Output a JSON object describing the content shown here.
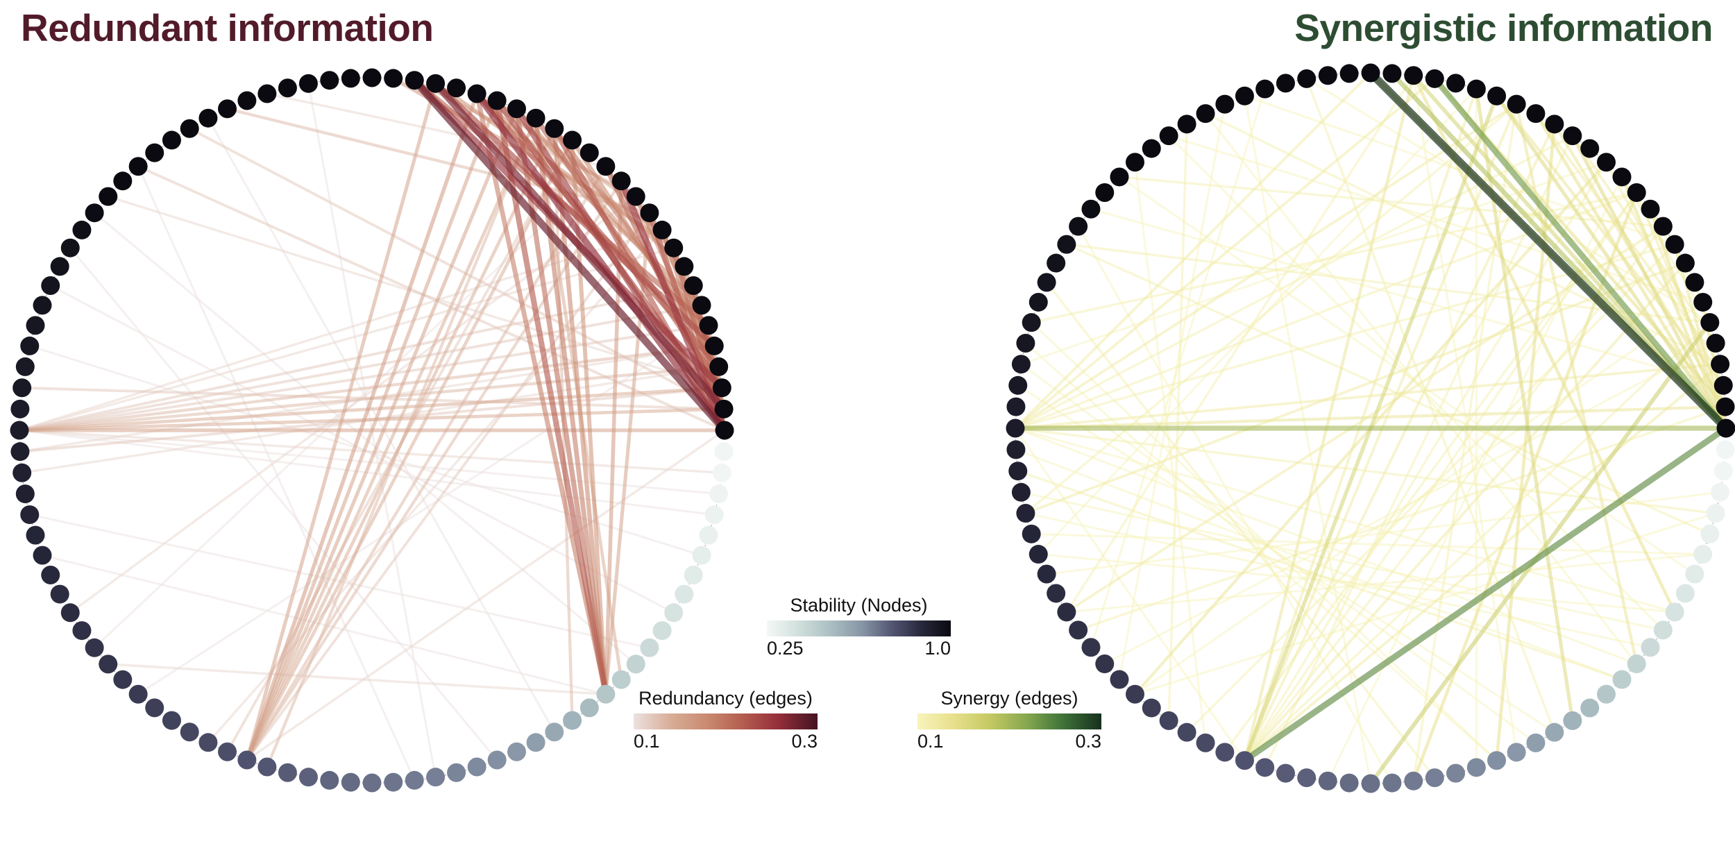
{
  "titles": {
    "left": {
      "text": "Redundant information",
      "color": "#521b2a"
    },
    "right": {
      "text": "Synergistic information",
      "color": "#2d4d32"
    }
  },
  "legends": {
    "stability": {
      "label": "Stability (Nodes)",
      "tick_min": "0.25",
      "tick_max": "1.0"
    },
    "redundancy": {
      "label": "Redundancy (edges)",
      "tick_min": "0.1",
      "tick_max": "0.3"
    },
    "synergy": {
      "label": "Synergy (edges)",
      "tick_min": "0.1",
      "tick_max": "0.3"
    }
  },
  "colormaps": {
    "stability": {
      "stops": [
        [
          0,
          "#f4f8f6"
        ],
        [
          0.18,
          "#cfdedb"
        ],
        [
          0.36,
          "#a8bcc0"
        ],
        [
          0.52,
          "#8794a6"
        ],
        [
          0.68,
          "#535672"
        ],
        [
          0.84,
          "#28283c"
        ],
        [
          1,
          "#0a0a10"
        ]
      ]
    },
    "redundancy": {
      "stops": [
        [
          0,
          "#ece2e0"
        ],
        [
          0.2,
          "#d8ad97"
        ],
        [
          0.4,
          "#c98a70"
        ],
        [
          0.6,
          "#b35b4e"
        ],
        [
          0.78,
          "#96303c"
        ],
        [
          1,
          "#451322"
        ]
      ]
    },
    "synergy": {
      "stops": [
        [
          0,
          "#f8f4bc"
        ],
        [
          0.2,
          "#e7df8b"
        ],
        [
          0.4,
          "#c3c863"
        ],
        [
          0.6,
          "#84a64e"
        ],
        [
          0.78,
          "#41763b"
        ],
        [
          1,
          "#17301d"
        ]
      ]
    }
  },
  "chart_data": [
    {
      "type": "network-circle",
      "title": "Redundant information",
      "edge_colormap": "redundancy",
      "node_colormap": "stability",
      "center": [
        536,
        620
      ],
      "radius": 508,
      "node_radius": 13.5,
      "node_count": 104,
      "node_value_label": "Stability",
      "node_range": [
        0.25,
        1.0
      ],
      "edge_value_label": "Redundancy",
      "edge_range": [
        0.1,
        0.3
      ],
      "node_stability": [
        1.0,
        1.0,
        1.0,
        1.0,
        1.0,
        1.0,
        1.0,
        1.0,
        1.0,
        1.0,
        1.0,
        1.0,
        1.0,
        1.0,
        1.0,
        1.0,
        1.0,
        1.0,
        1.0,
        1.0,
        1.0,
        1.0,
        1.0,
        1.0,
        1.0,
        1.0,
        1.0,
        0.26,
        0.26,
        0.27,
        0.28,
        0.29,
        0.3,
        0.32,
        0.34,
        0.36,
        0.38,
        0.4,
        0.43,
        0.45,
        0.48,
        0.52,
        0.55,
        0.58,
        0.61,
        0.63,
        0.65,
        0.66,
        0.67,
        0.68,
        0.69,
        0.7,
        0.71,
        0.72,
        0.73,
        0.74,
        0.75,
        0.76,
        0.77,
        0.78,
        0.79,
        0.8,
        0.81,
        0.82,
        0.83,
        0.84,
        0.85,
        0.85,
        0.86,
        0.87,
        0.87,
        0.88,
        0.89,
        0.89,
        0.9,
        0.91,
        0.91,
        0.92,
        0.93,
        0.93,
        0.94,
        0.94,
        0.95,
        0.95,
        0.96,
        0.96,
        0.97,
        0.97,
        0.98,
        0.99,
        1.0,
        1.0,
        1.0,
        1.0,
        1.0,
        1.0,
        1.0,
        1.0,
        1.0,
        1.0,
        1.0,
        1.0,
        1.0,
        1.0
      ],
      "edges": [
        [
          26,
          2,
          0.28
        ],
        [
          26,
          5,
          0.26
        ],
        [
          26,
          7,
          0.24
        ],
        [
          26,
          9,
          0.22
        ],
        [
          26,
          13,
          0.25
        ],
        [
          26,
          15,
          0.22
        ],
        [
          26,
          17,
          0.2
        ],
        [
          25,
          3,
          0.27
        ],
        [
          25,
          6,
          0.23
        ],
        [
          25,
          12,
          0.21
        ],
        [
          25,
          16,
          0.19
        ],
        [
          24,
          2,
          0.25
        ],
        [
          24,
          8,
          0.21
        ],
        [
          24,
          14,
          0.18
        ],
        [
          23,
          5,
          0.22
        ],
        [
          23,
          10,
          0.18
        ],
        [
          22,
          3,
          0.23
        ],
        [
          22,
          9,
          0.19
        ],
        [
          22,
          16,
          0.16
        ],
        [
          21,
          2,
          0.21
        ],
        [
          21,
          7,
          0.17
        ],
        [
          20,
          5,
          0.18
        ],
        [
          20,
          12,
          0.15
        ],
        [
          18,
          6,
          0.16
        ],
        [
          17,
          3,
          0.17
        ],
        [
          16,
          1,
          0.16
        ],
        [
          15,
          5,
          0.15
        ],
        [
          14,
          2,
          0.14
        ],
        [
          25,
          18,
          0.18
        ],
        [
          26,
          19,
          0.2
        ],
        [
          24,
          17,
          0.16
        ],
        [
          23,
          16,
          0.15
        ],
        [
          92,
          26,
          0.12
        ],
        [
          95,
          25,
          0.12
        ],
        [
          90,
          24,
          0.11
        ],
        [
          97,
          15,
          0.13
        ],
        [
          99,
          12,
          0.11
        ],
        [
          78,
          26,
          0.15
        ],
        [
          78,
          25,
          0.14
        ],
        [
          78,
          24,
          0.14
        ],
        [
          78,
          23,
          0.13
        ],
        [
          78,
          22,
          0.13
        ],
        [
          78,
          21,
          0.12
        ],
        [
          78,
          20,
          0.12
        ],
        [
          78,
          19,
          0.12
        ],
        [
          78,
          17,
          0.11
        ],
        [
          78,
          16,
          0.11
        ],
        [
          78,
          28,
          0.11
        ],
        [
          78,
          29,
          0.1
        ],
        [
          78,
          30,
          0.1
        ],
        [
          77,
          24,
          0.12
        ],
        [
          77,
          22,
          0.11
        ],
        [
          80,
          25,
          0.12
        ],
        [
          76,
          23,
          0.11
        ],
        [
          58,
          5,
          0.16
        ],
        [
          58,
          6,
          0.15
        ],
        [
          58,
          7,
          0.15
        ],
        [
          58,
          8,
          0.14
        ],
        [
          58,
          9,
          0.14
        ],
        [
          58,
          10,
          0.14
        ],
        [
          58,
          12,
          0.13
        ],
        [
          58,
          13,
          0.13
        ],
        [
          58,
          15,
          0.12
        ],
        [
          58,
          3,
          0.15
        ],
        [
          57,
          8,
          0.13
        ],
        [
          59,
          10,
          0.12
        ],
        [
          58,
          26,
          0.11
        ],
        [
          40,
          6,
          0.22
        ],
        [
          40,
          7,
          0.2
        ],
        [
          40,
          8,
          0.19
        ],
        [
          40,
          9,
          0.18
        ],
        [
          40,
          10,
          0.17
        ],
        [
          40,
          5,
          0.19
        ],
        [
          40,
          13,
          0.16
        ],
        [
          40,
          15,
          0.15
        ],
        [
          39,
          8,
          0.14
        ],
        [
          42,
          9,
          0.13
        ],
        [
          40,
          66,
          0.11
        ],
        [
          40,
          72,
          0.1
        ],
        [
          85,
          35,
          0.1
        ],
        [
          89,
          38,
          0.1
        ],
        [
          82,
          32,
          0.1
        ],
        [
          69,
          14,
          0.11
        ],
        [
          67,
          12,
          0.1
        ],
        [
          64,
          21,
          0.1
        ],
        [
          50,
          92,
          0.1
        ],
        [
          46,
          87,
          0.1
        ],
        [
          96,
          43,
          0.1
        ],
        [
          101,
          49,
          0.1
        ],
        [
          74,
          37,
          0.1
        ],
        [
          60,
          16,
          0.11
        ]
      ]
    },
    {
      "type": "network-circle",
      "title": "Synergistic information",
      "edge_colormap": "synergy",
      "node_colormap": "stability",
      "center": [
        1975,
        617
      ],
      "radius": 512,
      "node_radius": 13.5,
      "node_count": 104,
      "node_value_label": "Stability",
      "node_range": [
        0.25,
        1.0
      ],
      "edge_value_label": "Synergy",
      "edge_range": [
        0.1,
        0.3
      ],
      "node_stability": [
        1.0,
        1.0,
        1.0,
        1.0,
        1.0,
        1.0,
        1.0,
        1.0,
        1.0,
        1.0,
        1.0,
        1.0,
        1.0,
        1.0,
        1.0,
        1.0,
        1.0,
        1.0,
        1.0,
        1.0,
        1.0,
        1.0,
        1.0,
        1.0,
        1.0,
        1.0,
        1.0,
        0.26,
        0.26,
        0.27,
        0.28,
        0.29,
        0.3,
        0.32,
        0.34,
        0.36,
        0.38,
        0.4,
        0.43,
        0.45,
        0.48,
        0.52,
        0.55,
        0.58,
        0.61,
        0.63,
        0.65,
        0.66,
        0.67,
        0.68,
        0.69,
        0.7,
        0.71,
        0.72,
        0.73,
        0.74,
        0.75,
        0.76,
        0.77,
        0.78,
        0.79,
        0.8,
        0.81,
        0.82,
        0.83,
        0.84,
        0.85,
        0.85,
        0.86,
        0.87,
        0.87,
        0.88,
        0.89,
        0.89,
        0.9,
        0.91,
        0.91,
        0.92,
        0.93,
        0.93,
        0.94,
        0.94,
        0.95,
        0.95,
        0.96,
        0.96,
        0.97,
        0.97,
        0.98,
        0.99,
        1.0,
        1.0,
        1.0,
        1.0,
        1.0,
        1.0,
        1.0,
        1.0,
        1.0,
        1.0,
        1.0,
        1.0,
        1.0,
        1.0
      ],
      "edges": [
        [
          0,
          26,
          0.3
        ],
        [
          3,
          26,
          0.23
        ],
        [
          1,
          26,
          0.19
        ],
        [
          26,
          58,
          0.24
        ],
        [
          78,
          26,
          0.2
        ],
        [
          6,
          58,
          0.16
        ],
        [
          52,
          21,
          0.17
        ],
        [
          26,
          0,
          0.15
        ],
        [
          26,
          2,
          0.16
        ],
        [
          26,
          6,
          0.15
        ],
        [
          26,
          8,
          0.14
        ],
        [
          26,
          10,
          0.15
        ],
        [
          26,
          13,
          0.14
        ],
        [
          26,
          15,
          0.14
        ],
        [
          26,
          17,
          0.13
        ],
        [
          26,
          20,
          0.13
        ],
        [
          25,
          3,
          0.14
        ],
        [
          25,
          9,
          0.13
        ],
        [
          25,
          14,
          0.12
        ],
        [
          24,
          6,
          0.13
        ],
        [
          24,
          12,
          0.12
        ],
        [
          23,
          8,
          0.12
        ],
        [
          22,
          10,
          0.12
        ],
        [
          21,
          13,
          0.11
        ],
        [
          20,
          15,
          0.11
        ],
        [
          58,
          2,
          0.13
        ],
        [
          58,
          5,
          0.12
        ],
        [
          58,
          7,
          0.12
        ],
        [
          58,
          9,
          0.12
        ],
        [
          58,
          12,
          0.11
        ],
        [
          58,
          14,
          0.11
        ],
        [
          58,
          16,
          0.11
        ],
        [
          58,
          18,
          0.12
        ],
        [
          58,
          21,
          0.11
        ],
        [
          58,
          23,
          0.12
        ],
        [
          58,
          78,
          0.1
        ],
        [
          57,
          10,
          0.11
        ],
        [
          59,
          14,
          0.11
        ],
        [
          78,
          0,
          0.12
        ],
        [
          78,
          3,
          0.12
        ],
        [
          78,
          7,
          0.12
        ],
        [
          78,
          10,
          0.11
        ],
        [
          78,
          14,
          0.11
        ],
        [
          78,
          17,
          0.11
        ],
        [
          78,
          23,
          0.12
        ],
        [
          78,
          25,
          0.13
        ],
        [
          78,
          30,
          0.11
        ],
        [
          78,
          35,
          0.1
        ],
        [
          78,
          38,
          0.1
        ],
        [
          5,
          42,
          0.15
        ],
        [
          9,
          46,
          0.14
        ],
        [
          14,
          50,
          0.14
        ],
        [
          2,
          35,
          0.14
        ],
        [
          7,
          38,
          0.13
        ],
        [
          12,
          64,
          0.13
        ],
        [
          16,
          69,
          0.12
        ],
        [
          18,
          74,
          0.12
        ],
        [
          87,
          21,
          0.11
        ],
        [
          89,
          24,
          0.1
        ],
        [
          91,
          16,
          0.11
        ],
        [
          94,
          20,
          0.1
        ],
        [
          96,
          23,
          0.11
        ],
        [
          98,
          17,
          0.1
        ],
        [
          101,
          21,
          0.1
        ],
        [
          83,
          14,
          0.11
        ],
        [
          81,
          12,
          0.1
        ],
        [
          74,
          7,
          0.11
        ],
        [
          72,
          5,
          0.1
        ],
        [
          69,
          2,
          0.11
        ],
        [
          67,
          99,
          0.1
        ],
        [
          65,
          97,
          0.1
        ],
        [
          62,
          95,
          0.11
        ],
        [
          60,
          92,
          0.1
        ],
        [
          51,
          88,
          0.1
        ],
        [
          49,
          85,
          0.11
        ],
        [
          46,
          83,
          0.1
        ],
        [
          44,
          81,
          0.1
        ],
        [
          39,
          76,
          0.11
        ],
        [
          37,
          74,
          0.1
        ],
        [
          35,
          72,
          0.1
        ],
        [
          32,
          69,
          0.1
        ],
        [
          50,
          7,
          0.11
        ],
        [
          47,
          5,
          0.1
        ],
        [
          45,
          2,
          0.1
        ],
        [
          43,
          101,
          0.11
        ],
        [
          38,
          96,
          0.1
        ],
        [
          36,
          94,
          0.1
        ],
        [
          33,
          91,
          0.1
        ],
        [
          61,
          17,
          0.11
        ],
        [
          64,
          20,
          0.1
        ],
        [
          66,
          22,
          0.1
        ],
        [
          68,
          25,
          0.11
        ],
        [
          71,
          29,
          0.1
        ],
        [
          73,
          32,
          0.1
        ],
        [
          75,
          36,
          0.1
        ],
        [
          77,
          39,
          0.1
        ],
        [
          80,
          43,
          0.1
        ],
        [
          82,
          46,
          0.1
        ],
        [
          30,
          64,
          0.1
        ],
        [
          31,
          87,
          0.11
        ],
        [
          52,
          98,
          0.1
        ],
        [
          54,
          13,
          0.1
        ]
      ]
    }
  ]
}
